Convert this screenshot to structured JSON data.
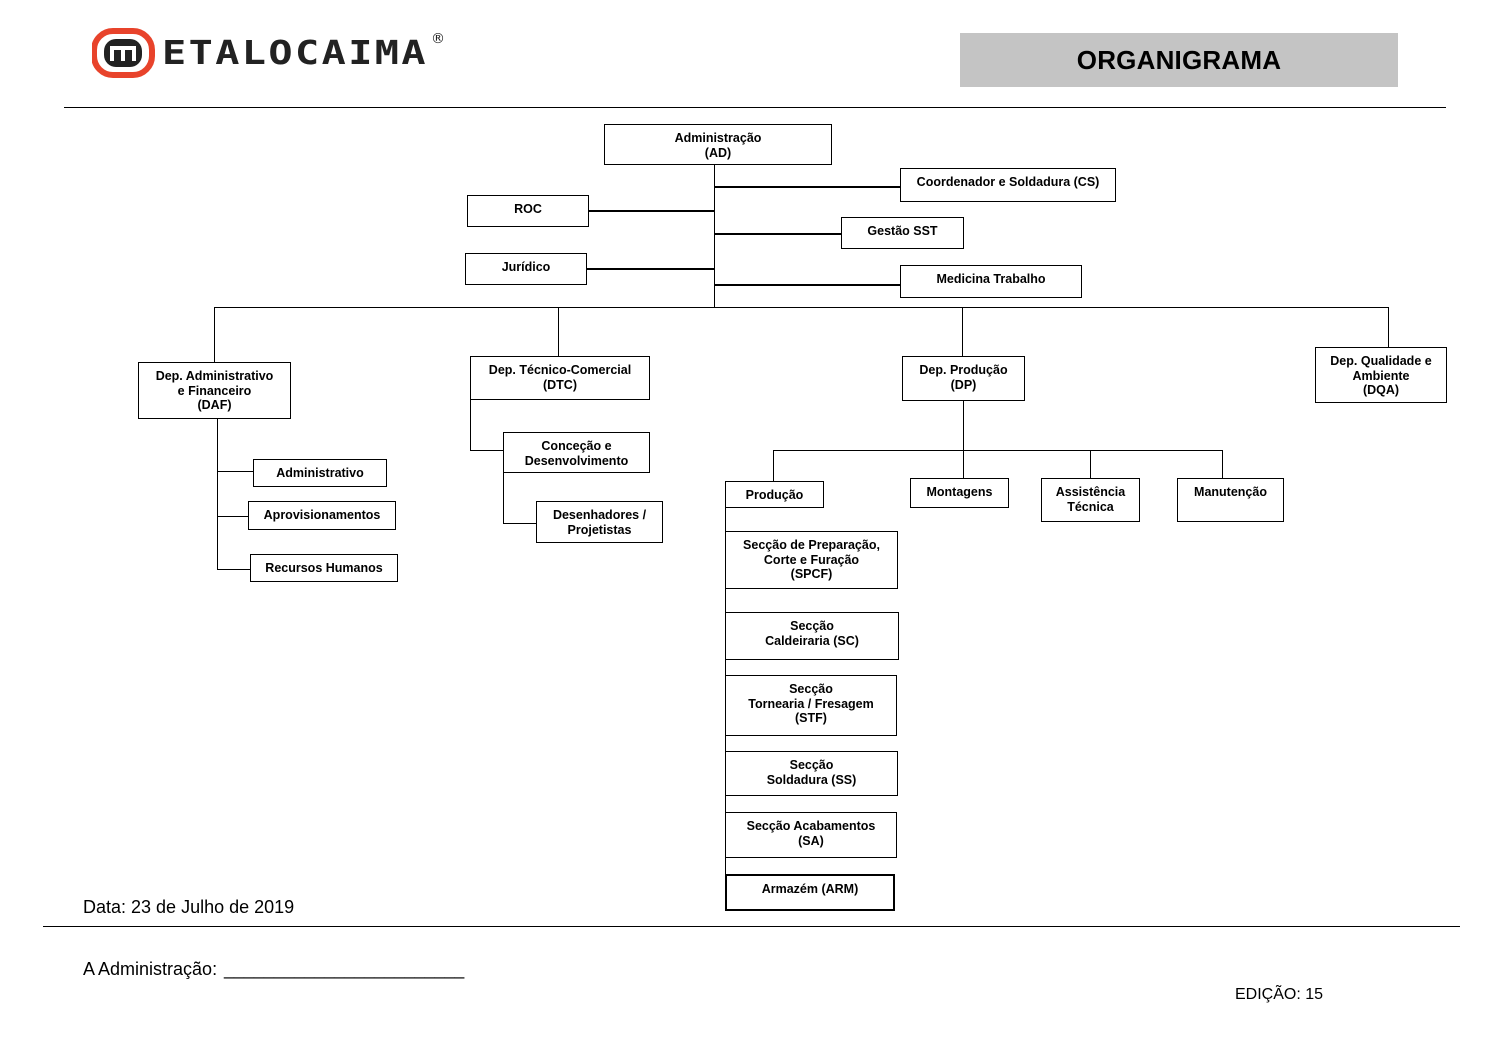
{
  "header": {
    "logo_text": "METALOCAIMA",
    "registered_mark": "®",
    "title": "ORGANIGRAMA",
    "colors": {
      "logo_red": "#e8432b",
      "logo_dark": "#222222",
      "title_bg": "#c4c4c4"
    }
  },
  "org": {
    "ad": "Administração\n(AD)",
    "cs": "Coordenador e Soldadura (CS)",
    "roc": "ROC",
    "sst": "Gestão SST",
    "juridico": "Jurídico",
    "medicina": "Medicina Trabalho",
    "daf": "Dep. Administrativo\ne Financeiro\n(DAF)",
    "dtc": "Dep. Técnico-Comercial\n(DTC)",
    "dp": "Dep. Produção\n(DP)",
    "dqa": "Dep. Qualidade e\nAmbiente\n(DQA)",
    "administrativo": "Administrativo",
    "aprovisionamentos": "Aprovisionamentos",
    "rh": "Recursos Humanos",
    "concecao": "Conceção e\nDesenvolvimento",
    "desenhadores": "Desenhadores /\nProjetistas",
    "producao": "Produção",
    "montagens": "Montagens",
    "assistencia": "Assistência\nTécnica",
    "manutencao": "Manutenção",
    "spcf": "Secção de Preparação,\nCorte e Furação\n(SPCF)",
    "sc": "Secção\nCaldeiraria (SC)",
    "stf": "Secção\nTornearia / Fresagem\n(STF)",
    "ss": "Secção\nSoldadura (SS)",
    "sa": "Secção Acabamentos\n(SA)",
    "arm": "Armazém (ARM)"
  },
  "footer": {
    "date": "Data: 23 de Julho de 2019",
    "signature_label": "A Administração:",
    "signature_line": "________________________",
    "edition": "EDIÇÃO: 15"
  }
}
